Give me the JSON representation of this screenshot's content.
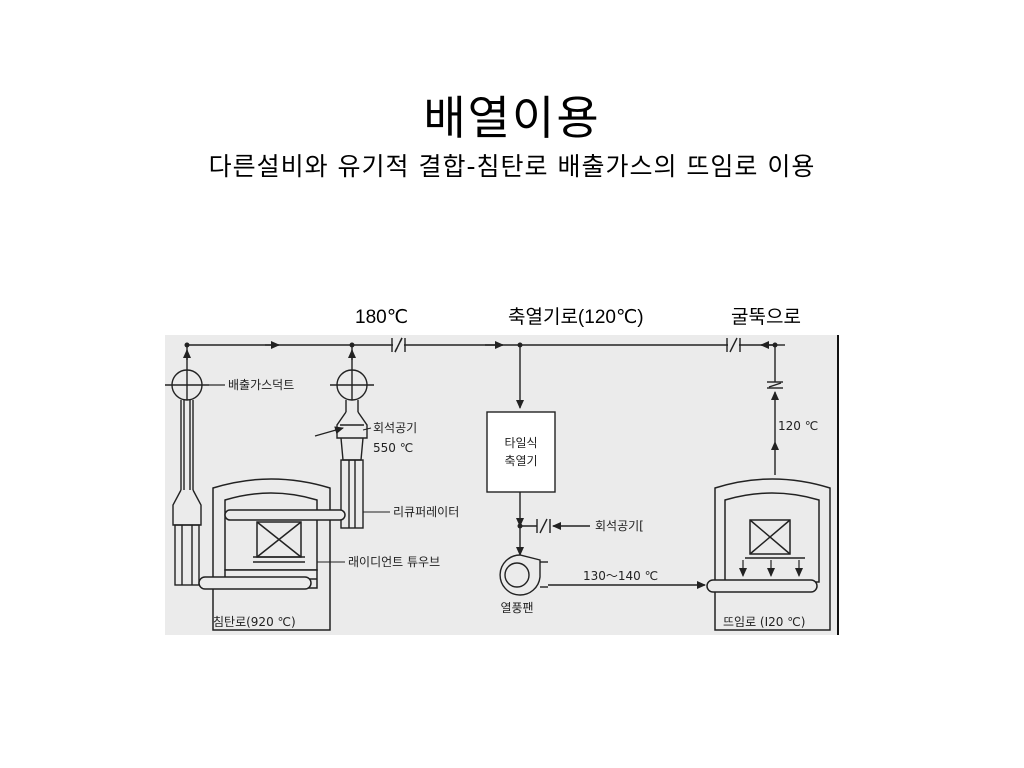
{
  "slide": {
    "title": "배열이용",
    "subtitle": "다른설비와 유기적 결합-침탄로 배출가스의 뜨임로 이용"
  },
  "top_labels": {
    "temp_180": "180℃",
    "heat_storage_furnace": "축열기로(120℃)",
    "to_chimney": "굴뚝으로"
  },
  "diagram_labels": {
    "exhaust_duct": "배출가스덕트",
    "dilution_air_left": "회석공기",
    "temp_550": "550 ℃",
    "recuperator": "리큐퍼레이터",
    "radiant_tube": "래이디언트 튜우브",
    "carburizing_furnace": "침탄로(920 ℃)",
    "tile_regenerator_line1": "타일식",
    "tile_regenerator_line2": "축열기",
    "dilution_air_right": "회석공기[",
    "hot_air_fan": "열풍팬",
    "temp_130_140": "130～140 ℃",
    "temp_120": "120 ℃",
    "tempering_furnace": "뜨임로 (I20 ℃)"
  }
}
